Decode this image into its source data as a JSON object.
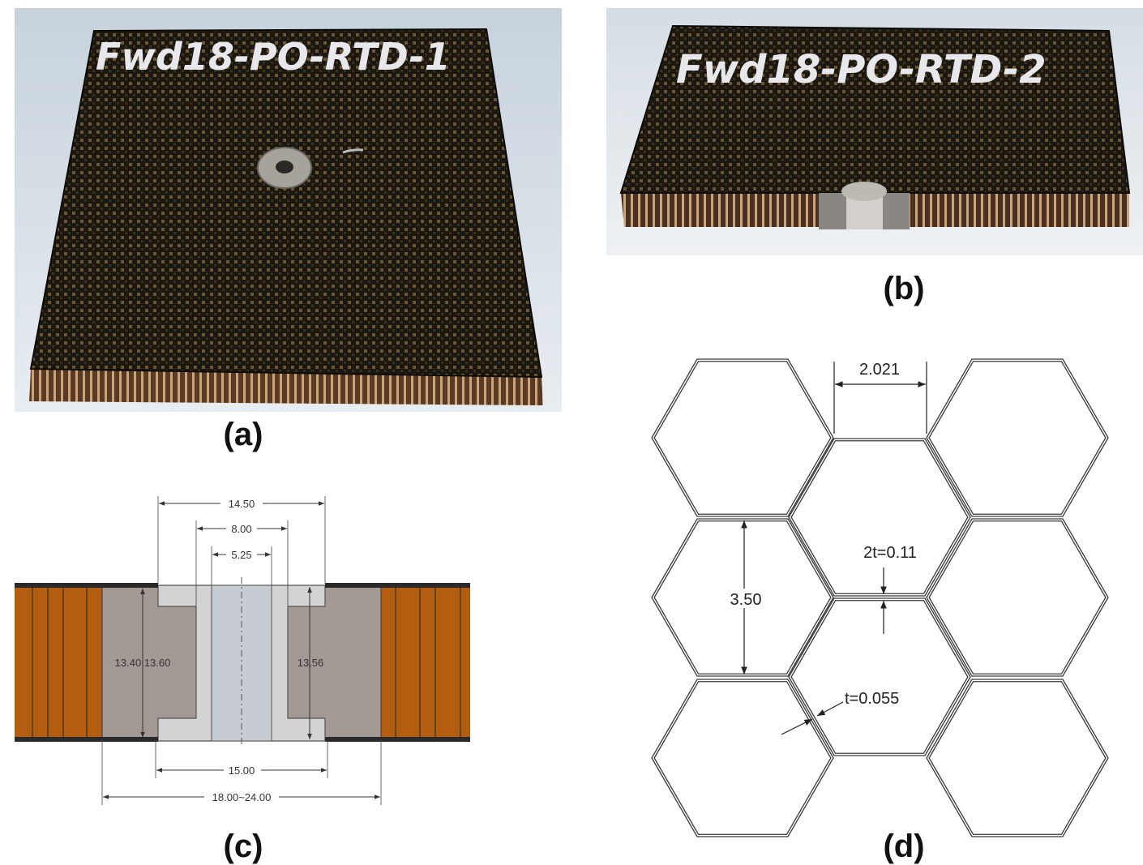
{
  "panels": {
    "a": {
      "caption": "(a)",
      "specimen_label": "Fwd18-PO-RTD-1"
    },
    "b": {
      "caption": "(b)",
      "specimen_label": "Fwd18-PO-RTD-2"
    },
    "c": {
      "caption": "(c)",
      "dimensions": {
        "top_outer": "14.50",
        "top_mid": "8.00",
        "top_inner": "5.25",
        "left_height": "13.40;13.60",
        "right_height": "13.56",
        "bottom_flange": "15.00",
        "bottom_potting": "18.00~24.00"
      }
    },
    "d": {
      "caption": "(d)",
      "dimensions": {
        "cell_wall_length": "2.021",
        "cell_size": "3.50",
        "double_wall": "2t=0.11",
        "single_wall": "t=0.055"
      }
    }
  },
  "colors": {
    "honeycomb_core": "#b35d10",
    "potting": "#a39a96",
    "insert": "#cfcfcf",
    "skin": "#2a2a2a",
    "carbon_face": "#1e1a14"
  }
}
